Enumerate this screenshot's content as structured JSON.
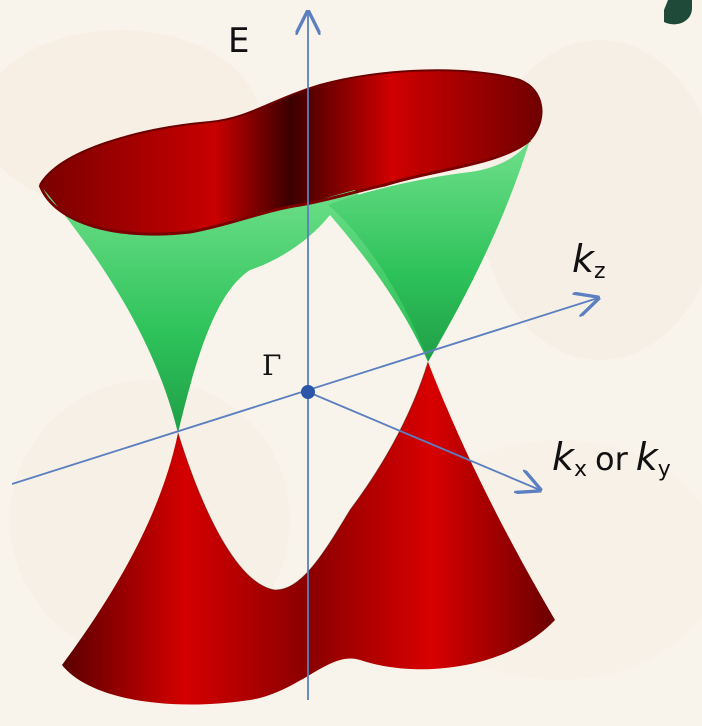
{
  "diagram": {
    "labels": {
      "energy_axis": "E",
      "gamma_point": "Γ",
      "kz_k": "k",
      "kz_sub": "z",
      "kx_k": "k",
      "kx_sub": "x",
      "or_word": "or",
      "ky_k": "k",
      "ky_sub": "y"
    },
    "colors": {
      "background": "#fbf7f0",
      "axis": "#5b7fc0",
      "cone_outer": "#c40000",
      "cone_inner": "#2fc05a",
      "gamma_dot": "#2b55a8",
      "corner_glyph": "#1f4a3a"
    }
  }
}
